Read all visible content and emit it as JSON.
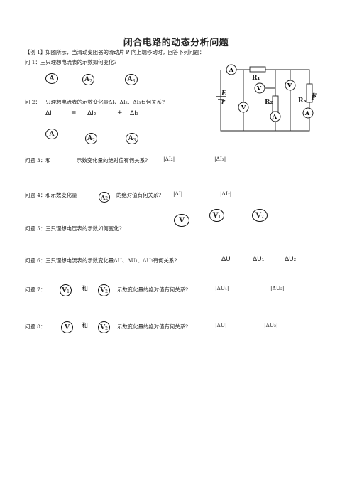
{
  "title": "闭合电路的动态分析问题",
  "intro": "【例 1】如图所示，当滑动变阻器的滑动片 P 向上端移动时，回答下列问题：",
  "q1": "问 1：三只理想电流表的示数如何变化?",
  "q2": "问 2：三只理想电流表的示数变化量ΔI、ΔI₂、ΔI₃有何关系?",
  "q2_eq": {
    "lhs": "ΔI",
    "eq": "=",
    "t1": "ΔI₂",
    "plus": "+",
    "t2": "ΔI₃"
  },
  "q3": {
    "prefix": "问题 3：和",
    "mid": "示数变化量的绝对值有何关系?",
    "abs1": "|ΔI₂|",
    "abs2": "|ΔI₃|"
  },
  "q4": {
    "prefix": "问题 4：和示数变化量",
    "mid": "的绝对值有何关系?",
    "abs1": "|ΔI|",
    "abs2": "|ΔI₂|"
  },
  "q5": "问题 5：三只理想电压表的示数如何变化?",
  "q6": {
    "text": "问题 6：三只理想电流表的示数变化量ΔU、ΔU₁、ΔU₂有何关系?",
    "a": "ΔU",
    "b": "ΔU₁",
    "c": "ΔU₂"
  },
  "q7": {
    "prefix": "问题 7：",
    "and": "和",
    "mid": "示数变化量的绝对值有何关系?",
    "abs1": "|ΔU₁|",
    "abs2": "|ΔU₂|"
  },
  "q8": {
    "prefix": "问题 8：",
    "and": "和",
    "mid": "示数变化量的绝对值有何关系?",
    "abs1": "|ΔU|",
    "abs2": "|ΔU₂|"
  },
  "meters": {
    "A": "A",
    "A2": "A",
    "A3": "A",
    "V": "V",
    "V1": "V",
    "V2": "V",
    "sub1": "1",
    "sub2": "2",
    "sub3": "3"
  },
  "circuit": {
    "R1": "R₁",
    "R2": "R₂",
    "R3": "R₃",
    "E": "E",
    "r": "r",
    "P": "P"
  }
}
